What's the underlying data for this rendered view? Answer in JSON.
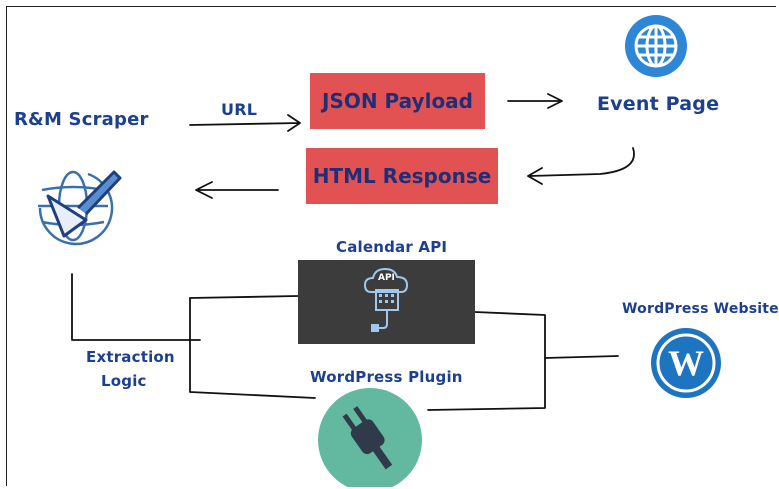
{
  "nodes": {
    "scraper": "R&M Scraper",
    "url": "URL",
    "json_payload": "JSON Payload",
    "event_page": "Event Page",
    "html_response": "HTML Response",
    "calendar_api": "Calendar API",
    "api_badge": "API",
    "extraction_line1": "Extraction",
    "extraction_line2": "Logic",
    "wp_plugin": "WordPress Plugin",
    "wp_website": "WordPress Website"
  },
  "colors": {
    "text": "#1c3f8f",
    "box_red": "#e35252",
    "box_text": "#1e2f7a",
    "api_box": "#3c3c3c",
    "globe_blue": "#2e86d6",
    "plugin_circle": "#62b9a0",
    "wp_blue": "#1d74c0"
  },
  "icons": [
    "globe-icon",
    "scraper-globe-icon",
    "api-cloud-icon",
    "plug-icon",
    "wordpress-logo-icon"
  ]
}
